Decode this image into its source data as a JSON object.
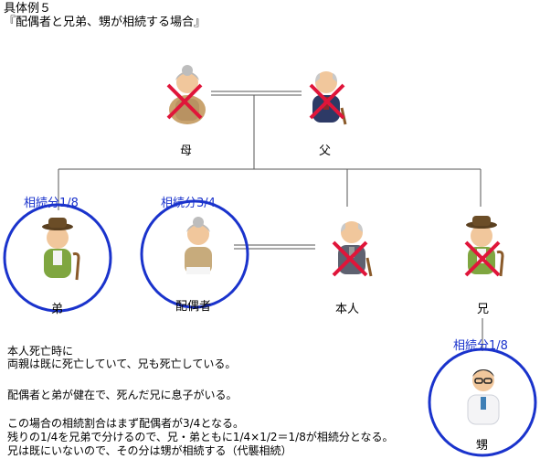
{
  "header": {
    "line1": "具体例５",
    "line2": "『配偶者と兄弟、甥が相続する場合』"
  },
  "people": {
    "mother": {
      "label": "母"
    },
    "father": {
      "label": "父"
    },
    "brother_younger": {
      "label": "弟",
      "share": "相続分1/8"
    },
    "spouse": {
      "label": "配偶者",
      "share": "相続分3/4"
    },
    "self": {
      "label": "本人"
    },
    "brother_elder": {
      "label": "兄"
    },
    "nephew": {
      "label": "甥",
      "share": "相続分1/8"
    }
  },
  "notes": [
    "本人死亡時に",
    "両親は既に死亡していて、兄も死亡している。",
    "",
    "配偶者と弟が健在で、死んだ兄に息子がいる。",
    "",
    "この場合の相続割合はまず配偶者が3/4となる。",
    "残りの1/4を兄弟で分けるので、兄・弟ともに1/4×1/2＝1/8が相続分となる。",
    "兄は既にいないので、その分は甥が相続する（代襲相続）"
  ],
  "colors": {
    "line": "#333333",
    "circle": "#1a33cc",
    "cross": "#e0153a",
    "share_text": "#1a33cc"
  }
}
